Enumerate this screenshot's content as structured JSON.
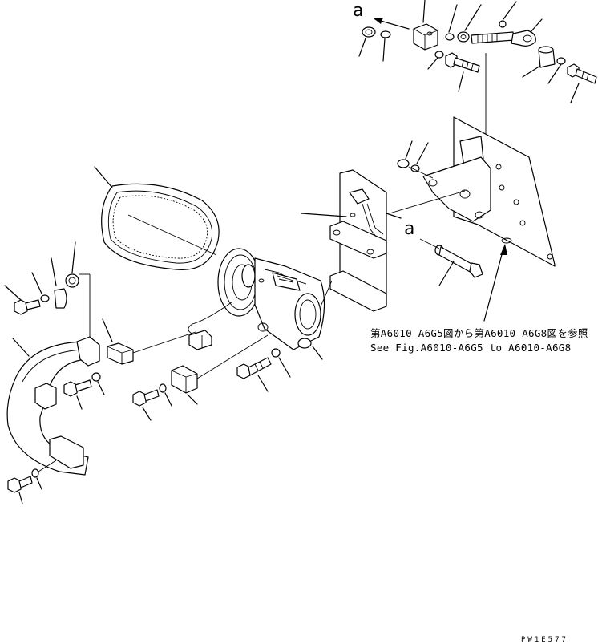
{
  "diagram": {
    "view_labels": [
      "a",
      "a"
    ],
    "note_ja": "第A6010-A6G5図から第A6010-A6G8図を参照",
    "note_en": "See Fig.A6010-A6G5 to A6010-A6G8",
    "drawing_code": "PW1E577"
  }
}
